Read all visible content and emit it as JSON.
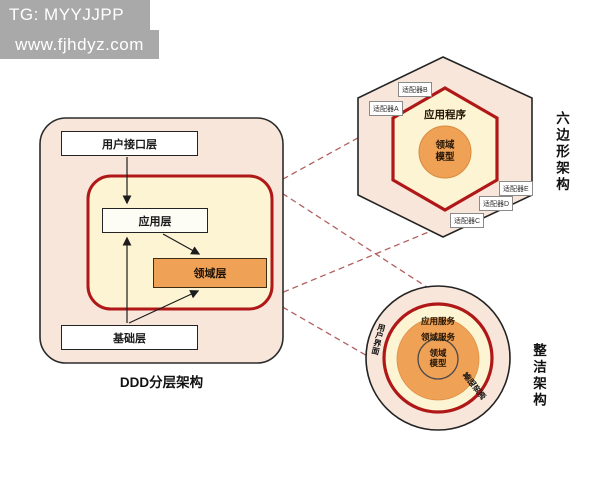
{
  "badges": {
    "top_left": "TG: MYYJJPP",
    "bottom_right": "www.fjhdyz.com"
  },
  "layered": {
    "caption": "DDD分层架构",
    "boxes": {
      "ui": "用户接口层",
      "app": "应用层",
      "domain": "领域层",
      "infra": "基础层"
    }
  },
  "hexagonal": {
    "side_title": "六边形架构",
    "app_label": "应用程序",
    "core_line1": "领域",
    "core_line2": "模型",
    "adapters": {
      "a": "适配器A",
      "b": "适配器B",
      "c": "适配器C",
      "d": "适配器D",
      "e": "适配器E"
    }
  },
  "clean": {
    "side_title": "整洁架构",
    "app_service": "应用服务",
    "domain_service": "领域服务",
    "core_line1": "领域",
    "core_line2": "模型",
    "ring_left": "用户界面",
    "ring_bottom": "基础资源"
  },
  "colors": {
    "badge_gray": "#A9A9A9",
    "panel_pink": "#F8E6DA",
    "panel_yellow": "#FCF4D2",
    "accent_orange": "#EFA156",
    "accent_red": "#B01818",
    "dashed_line": "#B26060",
    "outline": "#2B2B2B"
  }
}
